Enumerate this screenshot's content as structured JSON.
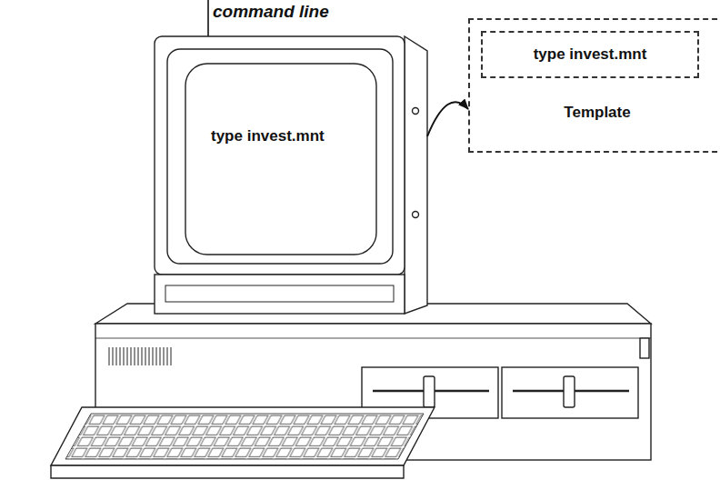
{
  "diagram": {
    "nodes": [
      {
        "text": [
          "type invest.mnt"
        ]
      },
      {
        "text": [
          "Template"
        ]
      },
      {
        "text": [
          "type invest.mnt"
        ],
        "in": 1
      }
    ],
    "edges": [
      {
        "from": 0,
        "to": 1,
        "arrow": "to"
      }
    ],
    "labels": [
      "command line"
    ]
  }
}
